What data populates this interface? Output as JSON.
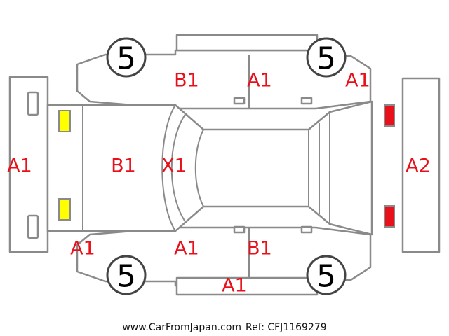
{
  "colors": {
    "damage_code": "#e8101a",
    "light_front": "#ffff00",
    "light_rear": "#e8101a",
    "outline": "#8a8a8a"
  },
  "tires": [
    {
      "position": "front-left",
      "value": "5"
    },
    {
      "position": "rear-left",
      "value": "5"
    },
    {
      "position": "front-right",
      "value": "5"
    },
    {
      "position": "rear-right",
      "value": "5"
    }
  ],
  "damage_codes": {
    "front_bumper": "A1",
    "hood": "B1",
    "windshield": "X1",
    "rear_bumper": "A2",
    "left_front_door": "B1",
    "left_rear_door": "A1",
    "left_rear_quarter": "A1",
    "right_front_corner": "A1",
    "right_front_door": "A1",
    "right_rear_door": "B1",
    "right_side_sill": "A1"
  },
  "footer": {
    "site": "www.CarFromJapan.com",
    "ref": "Ref: CFJ1169279"
  }
}
